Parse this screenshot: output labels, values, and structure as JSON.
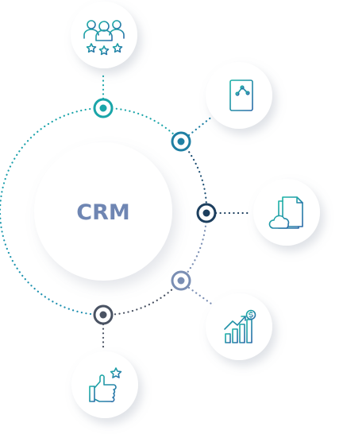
{
  "center": {
    "label": "CRM"
  },
  "colors": {
    "teal": "#1aa5a9",
    "blue": "#1f7fa3",
    "navy": "#1d3f5e",
    "slate": "#7a8eb3",
    "charcoal": "#4a5363",
    "center_text": "#6f86b3",
    "icon_blue": "#2a6aa8"
  },
  "nodes": [
    {
      "id": "team",
      "icon": "team-rating-icon",
      "connector_color": "teal"
    },
    {
      "id": "notebook",
      "icon": "notebook-graph-icon",
      "connector_color": "blue"
    },
    {
      "id": "cloud",
      "icon": "cloud-documents-icon",
      "connector_color": "navy"
    },
    {
      "id": "growth",
      "icon": "growth-chart-dollar-icon",
      "connector_color": "slate"
    },
    {
      "id": "feedback",
      "icon": "thumbs-up-star-icon",
      "connector_color": "charcoal"
    }
  ]
}
